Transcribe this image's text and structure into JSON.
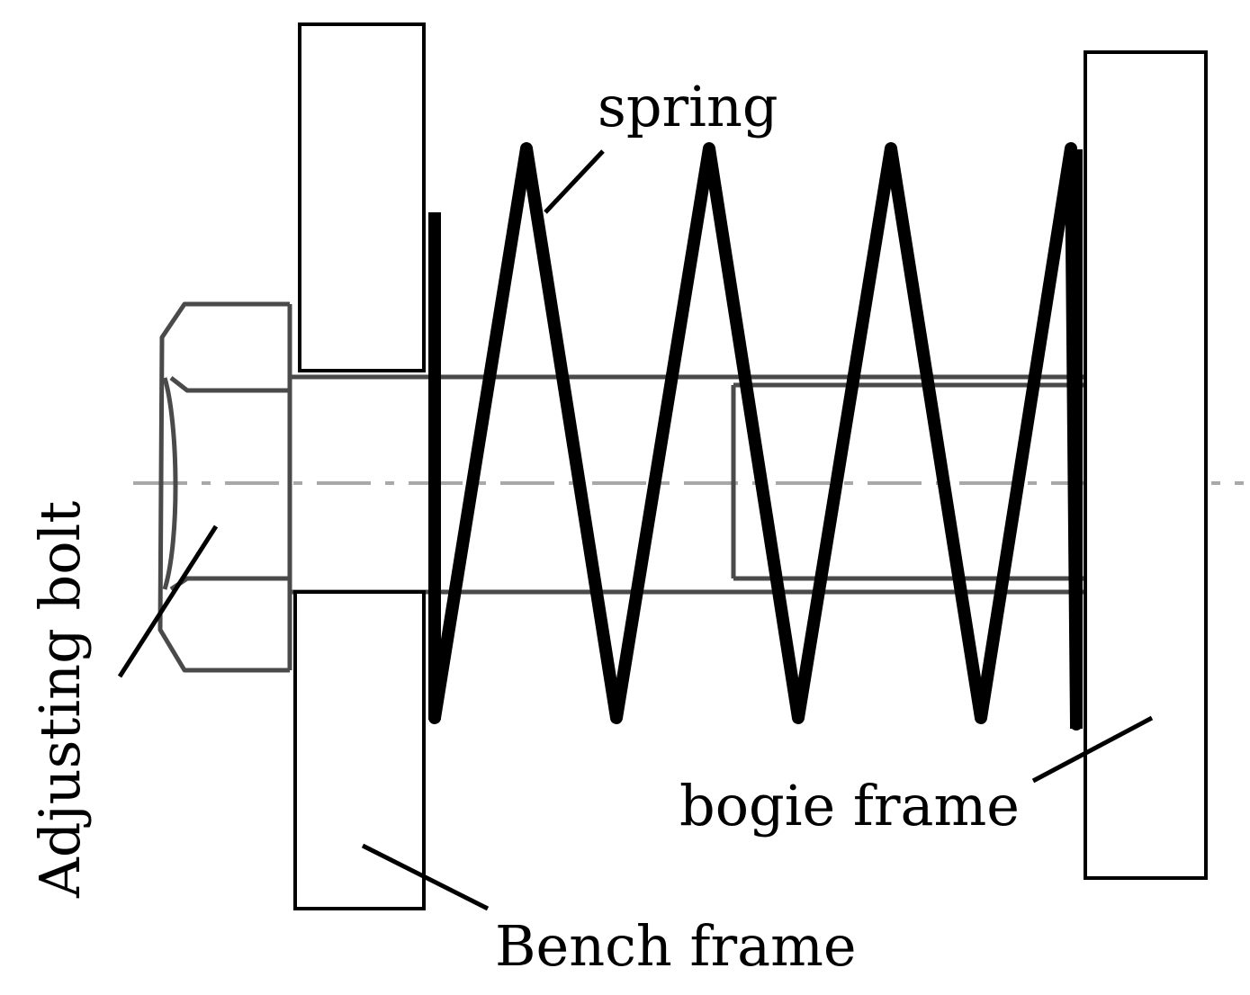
{
  "labels": {
    "spring": "spring",
    "adjusting_bolt": "Adjusting bolt",
    "bench_frame": "Bench frame",
    "bogie_frame": "bogie frame"
  }
}
